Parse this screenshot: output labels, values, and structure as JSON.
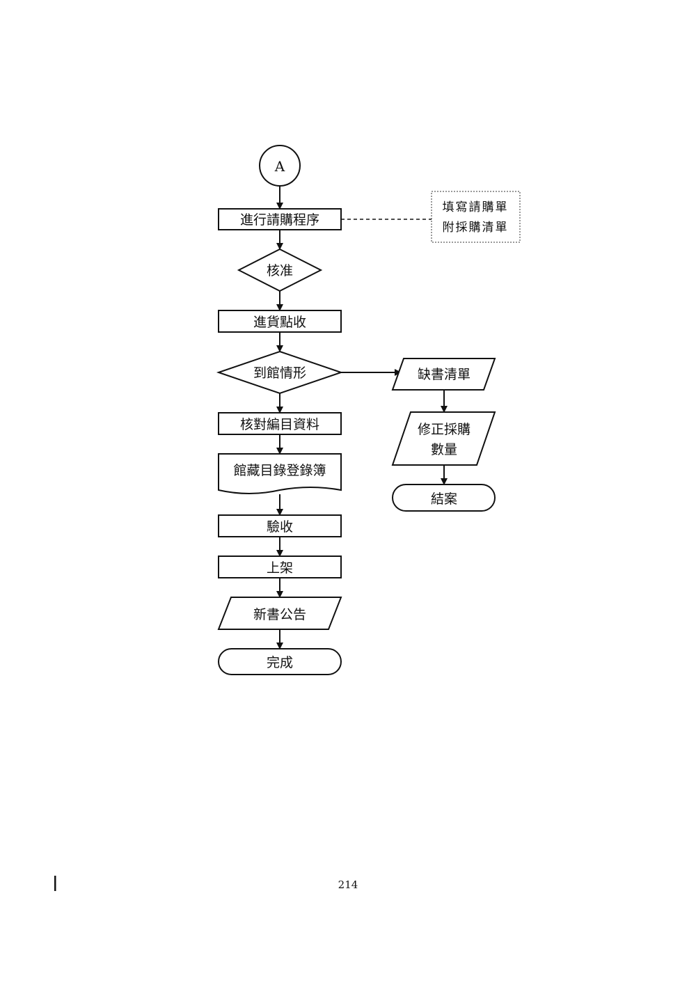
{
  "diagram": {
    "connector_a": "A",
    "steps": {
      "purchase_request": "進行請購程序",
      "approval": "核准",
      "receiving": "進貨點收",
      "arrival_status": "到館情形",
      "check_catalog": "核對編目資料",
      "register_book": "館藏目錄登錄簿",
      "acceptance": "驗收",
      "shelving": "上架",
      "new_book_notice": "新書公告",
      "complete": "完成",
      "missing_list": "缺書清單",
      "revise_quantity_line1": "修正採購",
      "revise_quantity_line2": "數量",
      "close_case": "結案"
    },
    "note": {
      "line1": "填寫請購單",
      "line2": "附採購清單"
    }
  },
  "page_number": "214"
}
